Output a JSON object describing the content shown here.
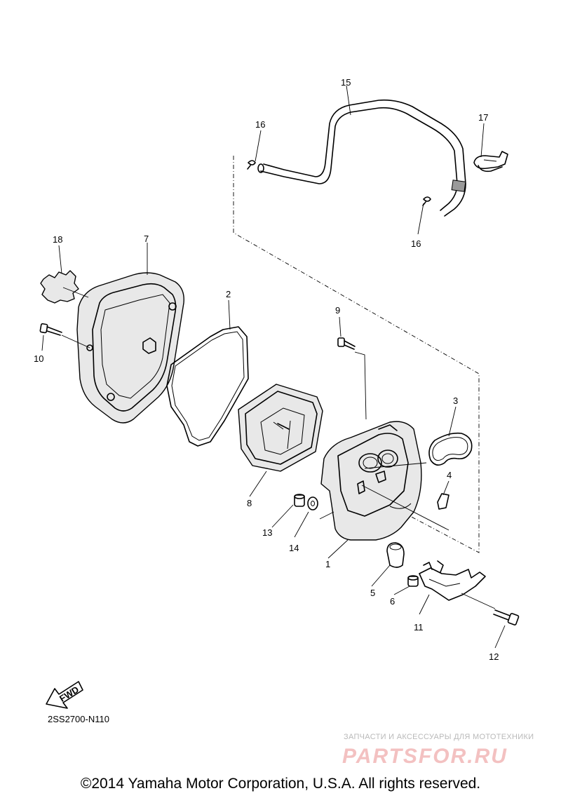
{
  "diagram": {
    "part_labels": {
      "l1": "1",
      "l2": "2",
      "l3": "3",
      "l4": "4",
      "l5": "5",
      "l6": "6",
      "l7": "7",
      "l8": "8",
      "l9": "9",
      "l10": "10",
      "l11": "11",
      "l12": "12",
      "l13": "13",
      "l14": "14",
      "l15": "15",
      "l16a": "16",
      "l16b": "16",
      "l17": "17",
      "l18": "18"
    },
    "fwd_label": "FWD",
    "drawing_code": "2SS2700-N110",
    "watermark_tagline": "ЗАПЧАСТИ И АКСЕССУАРЫ ДЛЯ МОТОТЕХНИКИ",
    "watermark_brand": "PARTSFOR.RU",
    "copyright": "©2014 Yamaha Motor Corporation, U.S.A. All rights reserved."
  }
}
